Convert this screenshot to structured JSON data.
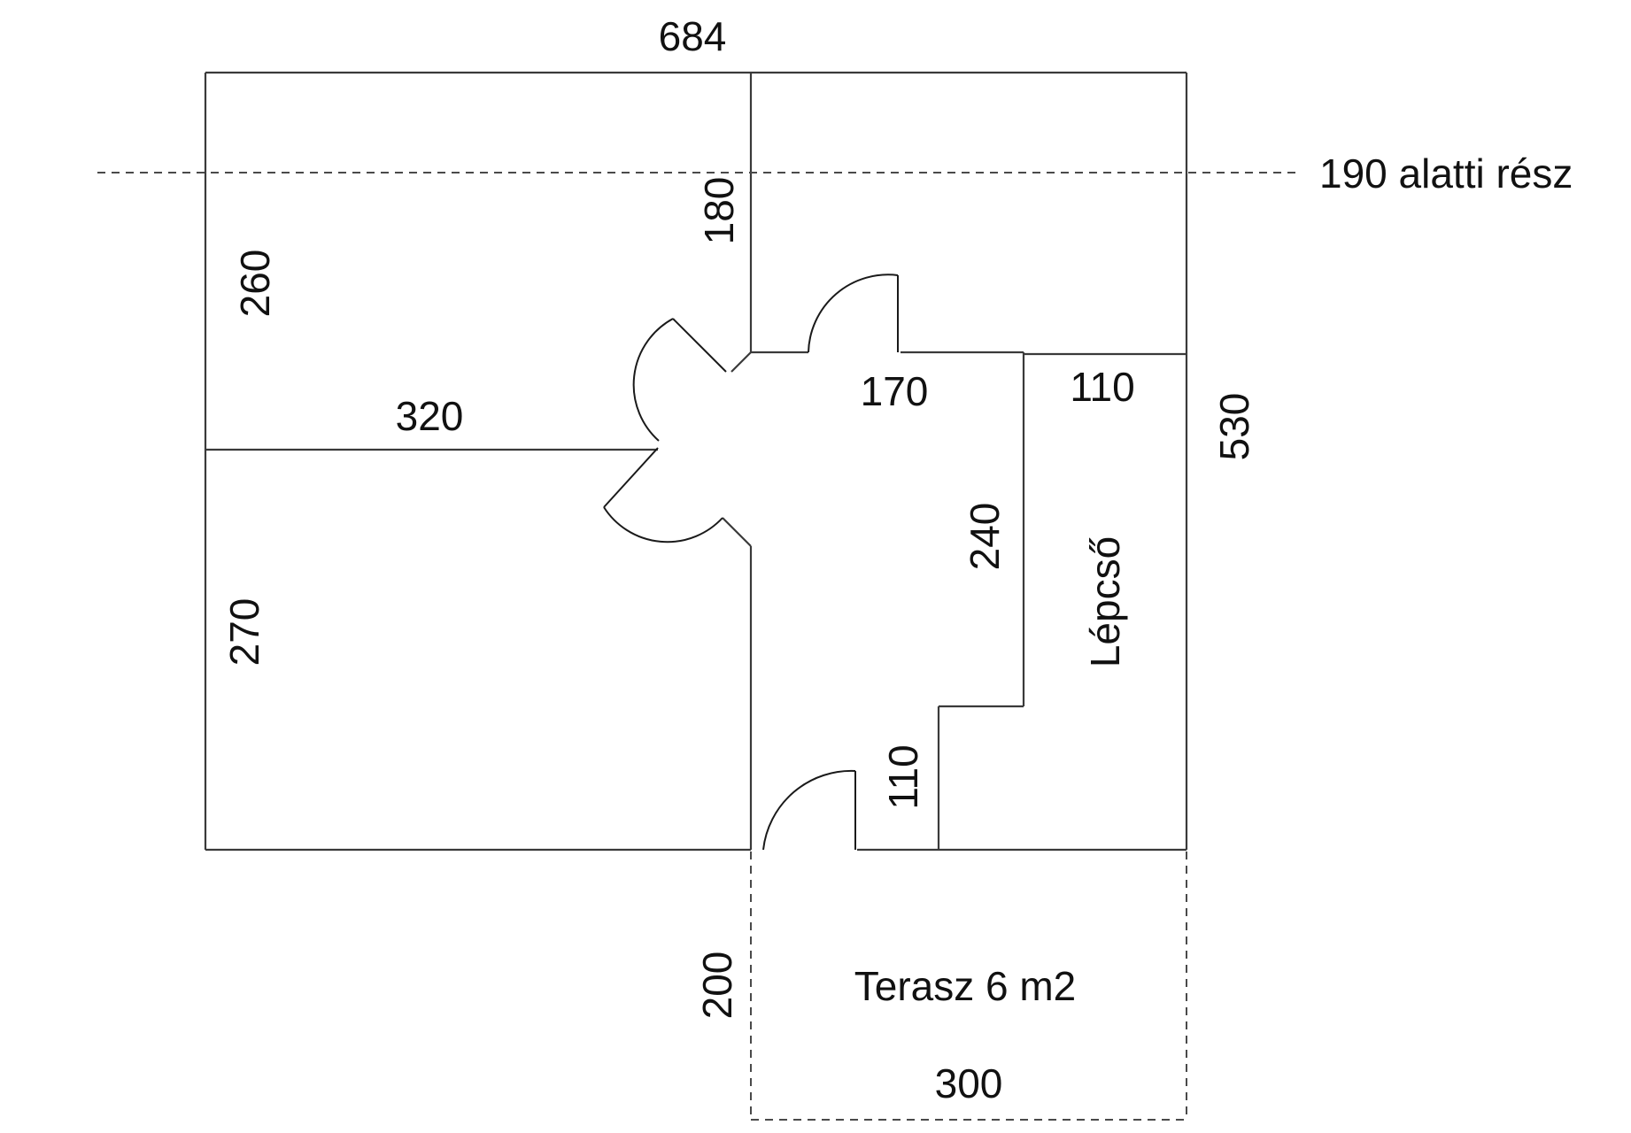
{
  "dimensions": {
    "overall_width": "684",
    "left_upper_room_height": "260",
    "upper_partition_height": "180",
    "left_room_divider_length": "320",
    "left_lower_room_height": "270",
    "hall_top_width": "170",
    "stair_top_width": "110",
    "right_total_height": "530",
    "hall_wall_height": "240",
    "entry_niche_height": "110",
    "terrace_depth": "200",
    "terrace_width": "300"
  },
  "labels": {
    "height_line_note": "190 alatti rész",
    "stairs": "Lépcső",
    "terrace": "Terasz 6 m2"
  }
}
